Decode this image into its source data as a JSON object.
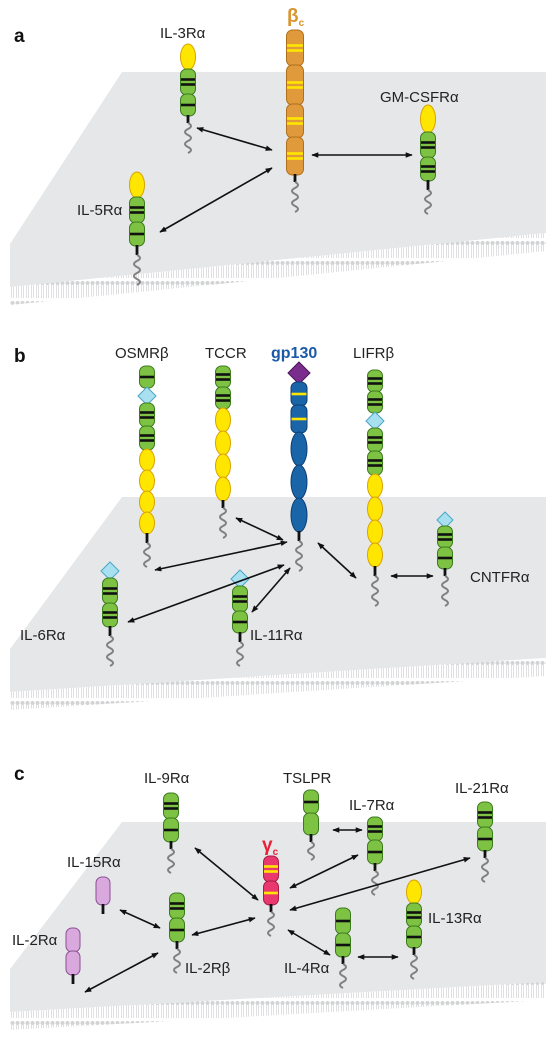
{
  "panels": [
    {
      "letter": "a"
    },
    {
      "letter": "b"
    },
    {
      "letter": "c"
    }
  ],
  "labels": {
    "il3ra": "IL-3Rα",
    "beta_c_main": "β",
    "beta_c_sub": "c",
    "gmcsfra": "GM-CSFRα",
    "il5ra": "IL-5Rα",
    "osmrb": "OSMRβ",
    "tccr": "TCCR",
    "gp130": "gp130",
    "lifrb": "LIFRβ",
    "il6ra": "IL-6Rα",
    "il11ra": "IL-11Rα",
    "cntfra": "CNTFRα",
    "il9ra": "IL-9Rα",
    "tslpr": "TSLPR",
    "il7ra": "IL-7Rα",
    "il21ra": "IL-21Rα",
    "il15ra": "IL-15Rα",
    "gamma_c_main": "γ",
    "gamma_c_sub": "c",
    "il13ra": "IL-13Rα",
    "il2ra": "IL-2Rα",
    "il2rb": "IL-2Rβ",
    "il4ra": "IL-4Rα"
  },
  "colors": {
    "green": "#7dc242",
    "yellow": "#ffe600",
    "orange": "#e09a3c",
    "blue": "#1a64a8",
    "purple": "#7b2d8e",
    "cyan": "#a8e0f0",
    "pink": "#e8386e",
    "lilac": "#d9a9dd",
    "membrane": "#e6e7e8",
    "beta_text": "#d8952e",
    "gp130_text": "#1a5aa8",
    "gamma_text": "#e8213a"
  }
}
